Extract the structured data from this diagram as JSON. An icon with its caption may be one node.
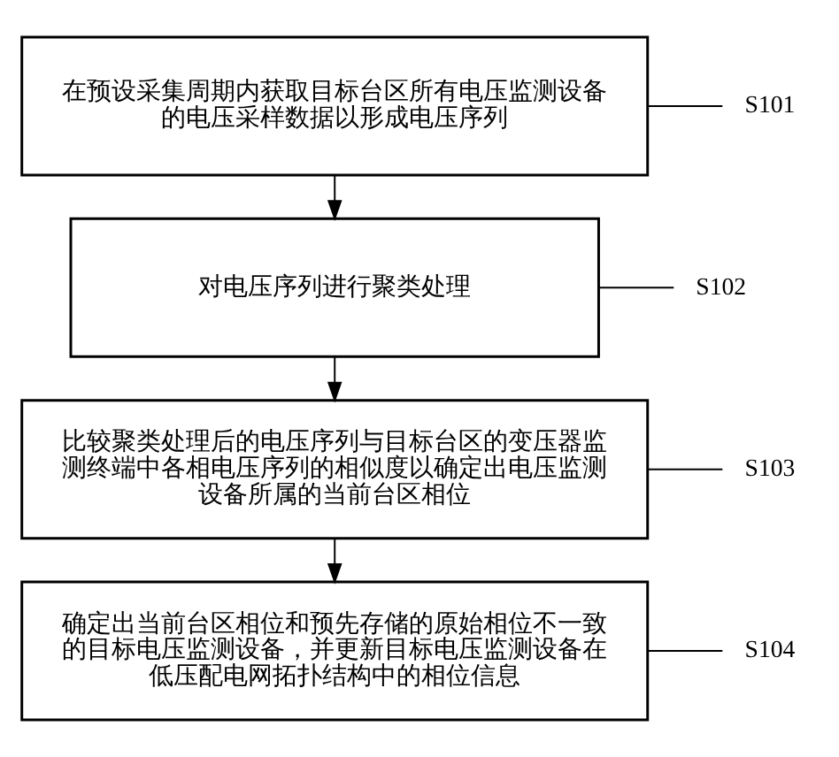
{
  "diagram": {
    "nodes": [
      {
        "text": [
          "在预设采集周期内获取目标台区所有电压监测设备的电压采样数据以形成电压序列"
        ]
      },
      {
        "text": [
          "S101"
        ]
      },
      {
        "text": [
          "对电压序列进行聚类处理"
        ]
      },
      {
        "text": [
          "S102"
        ]
      },
      {
        "text": [
          "比较聚类处理后的电压序列与目标台区的变压器监测终端中各相电压序列的相似度以确定出电压监测设备所属的当前台区相位"
        ]
      },
      {
        "text": [
          "S103"
        ]
      },
      {
        "text": [
          "确定出当前台区相位和预先存储的原始相位不一致的目标电压监测设备，并更新目标电压监测设备在低压配电网拓扑结构中的相位信息"
        ]
      },
      {
        "text": [
          "S104"
        ]
      }
    ],
    "edges": [
      {
        "from": 0,
        "to": 2,
        "arrow": "to"
      },
      {
        "from": 2,
        "to": 4,
        "arrow": "to"
      },
      {
        "from": 4,
        "to": 6,
        "arrow": "to"
      },
      {
        "from": 1,
        "to": 0,
        "arrow": "none"
      },
      {
        "from": 3,
        "to": 2,
        "arrow": "none"
      },
      {
        "from": 5,
        "to": 4,
        "arrow": "none"
      },
      {
        "from": 7,
        "to": 6,
        "arrow": "none"
      }
    ]
  }
}
